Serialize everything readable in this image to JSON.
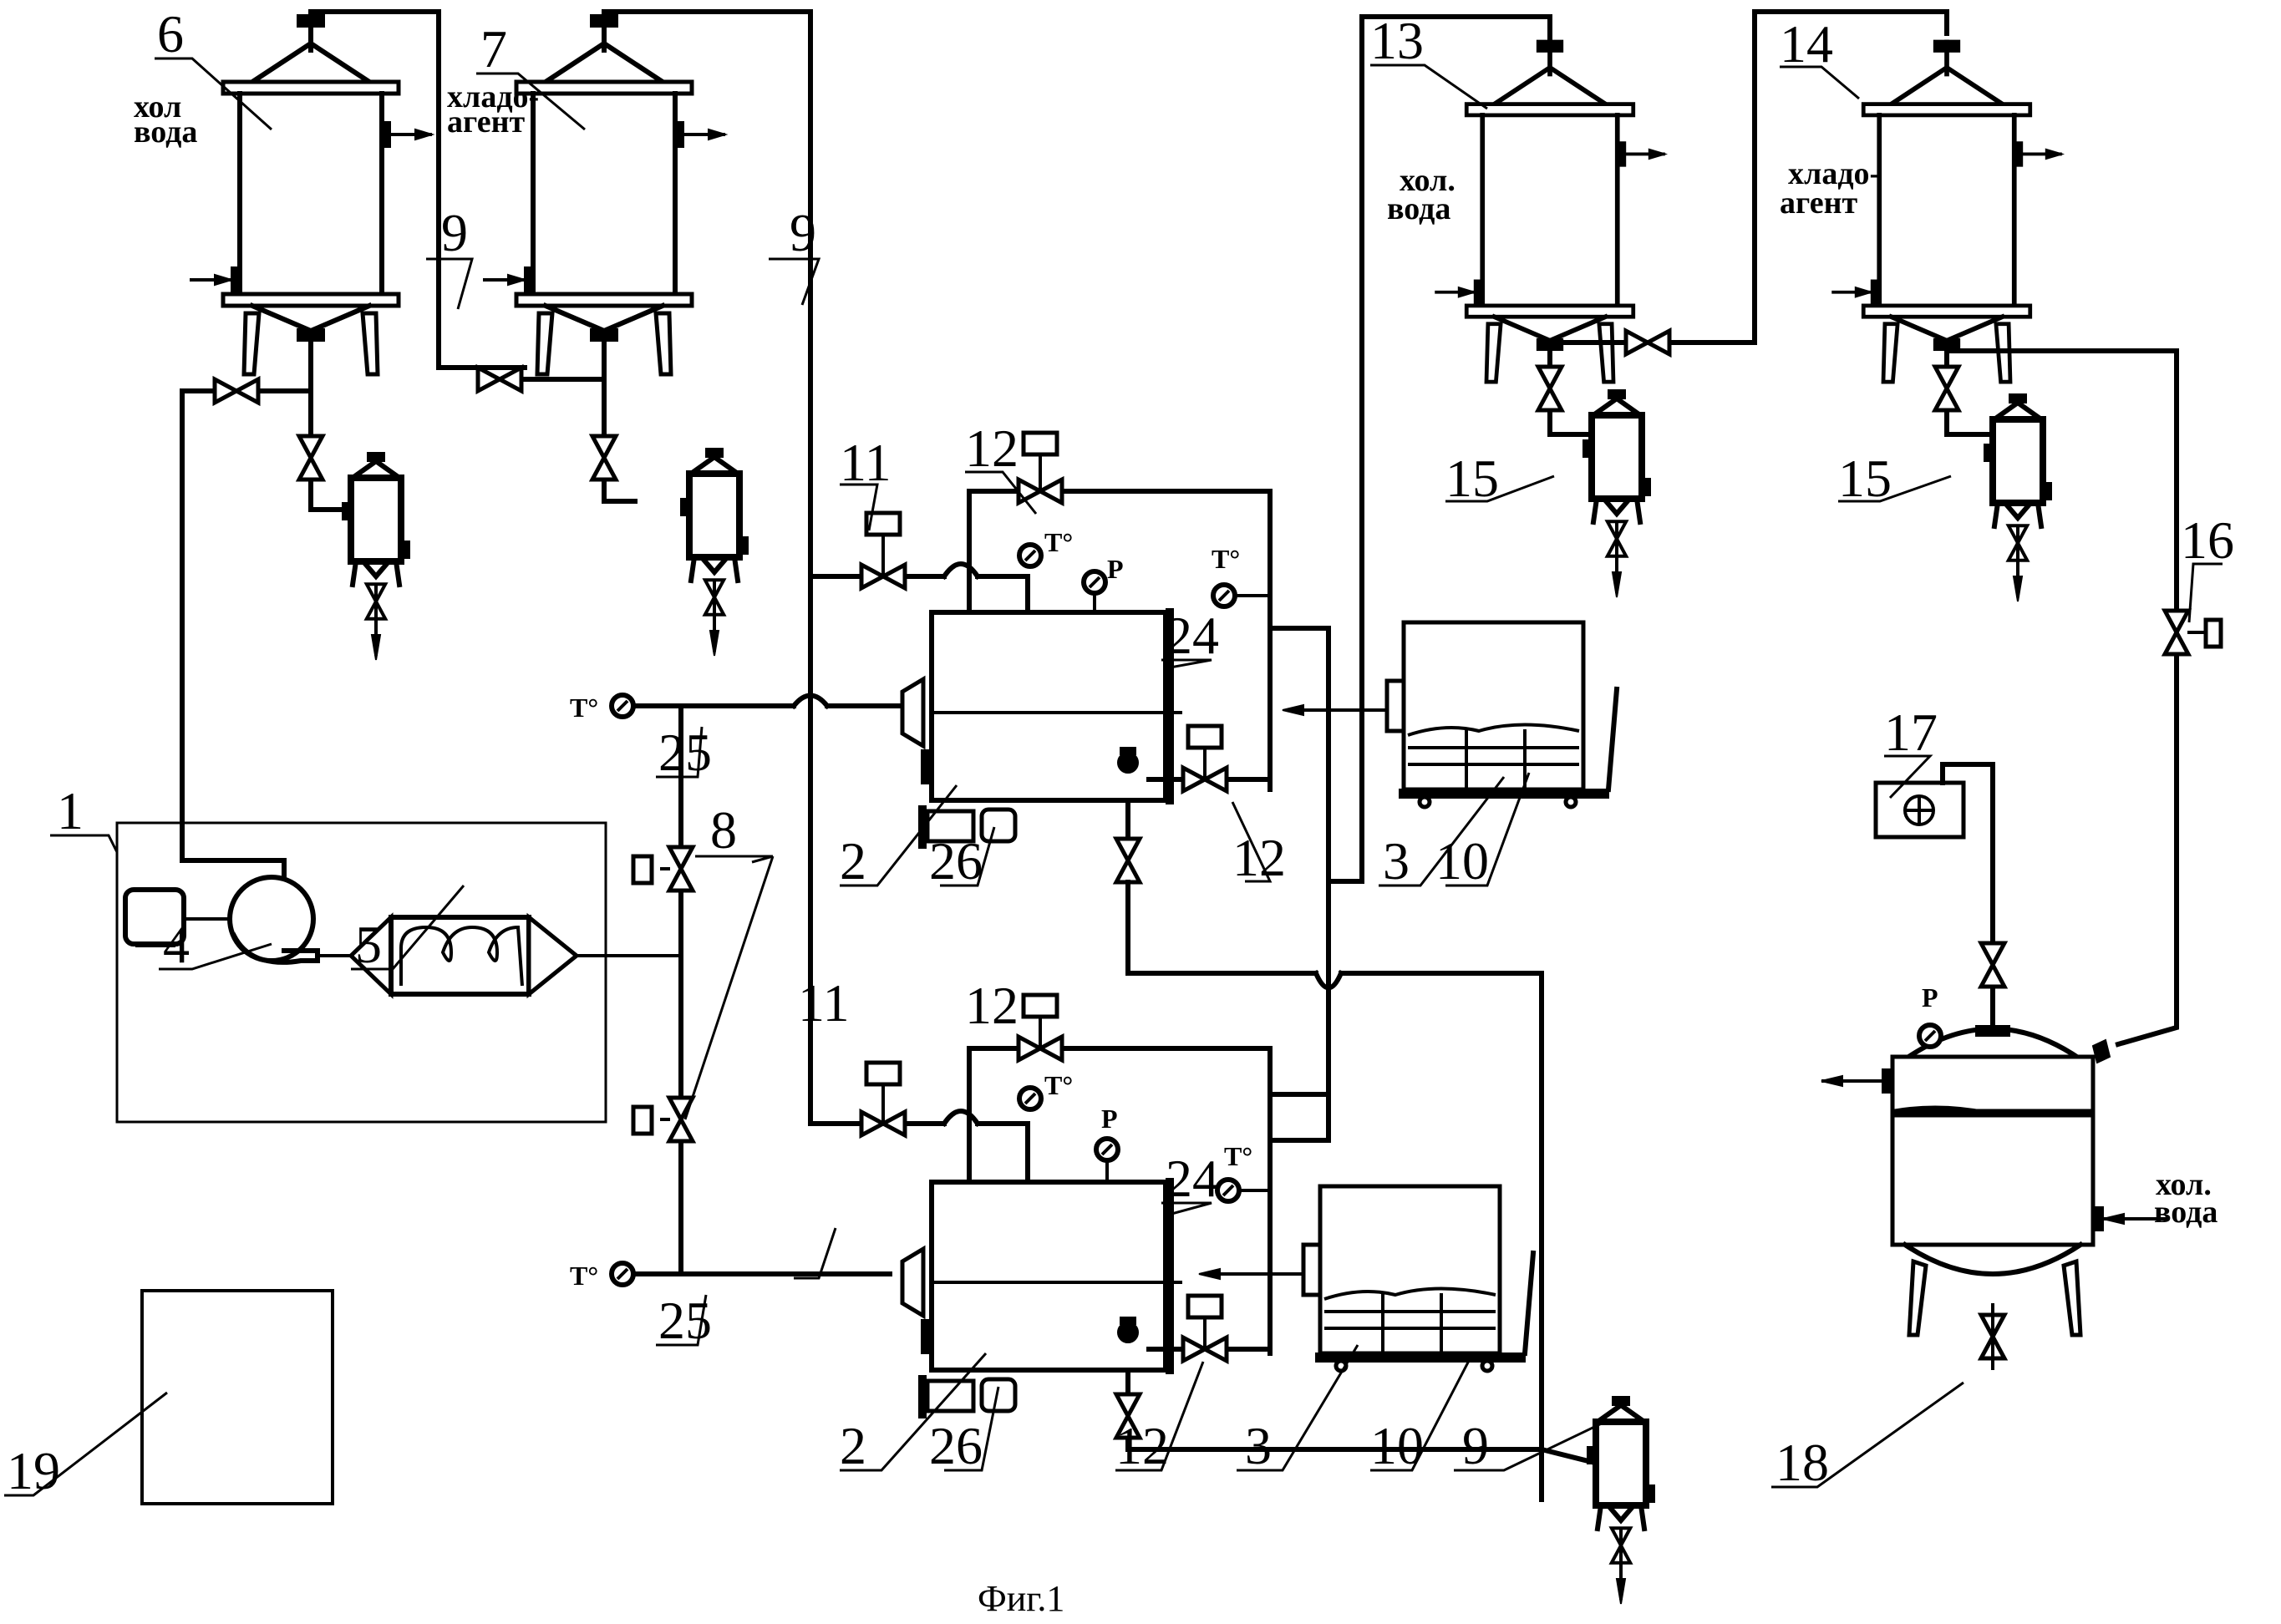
{
  "figure": {
    "caption": "Фиг.1",
    "background": "#ffffff",
    "line_color": "#000000"
  },
  "labels": {
    "unit1": "1",
    "vessel2_top": "2",
    "vessel2_bottom": "2",
    "cart3_top": "3",
    "cart3_bottom": "3",
    "pump4": "4",
    "heater5": "5",
    "condenser6": "6",
    "condenser7": "7",
    "valve8": "8",
    "trap9_a": "9",
    "trap9_b": "9",
    "trap9_c": "9",
    "rack10_top": "10",
    "rack10_bottom": "10",
    "valve11_top": "11",
    "valve11_bottom": "11",
    "valve12_top_a": "12",
    "valve12_top_b": "12",
    "valve12_bot_a": "12",
    "valve12_bot_b": "12",
    "condenser13": "13",
    "condenser14": "14",
    "trap15_a": "15",
    "trap15_b": "15",
    "valve16": "16",
    "vacuum17": "17",
    "receiver18": "18",
    "control19": "19",
    "jacket24_top": "24",
    "jacket24_bottom": "24",
    "pipe25_top": "25",
    "pipe25_bottom": "25",
    "drive26_top": "26",
    "drive26_bottom": "26"
  },
  "annotations": {
    "cold_water_6_line1": "хол",
    "cold_water_6_line2": "вода",
    "coolant_7_line1": "хладо-",
    "coolant_7_line2": "агент",
    "cold_water_13_line1": "хол.",
    "cold_water_13_line2": "вода",
    "coolant_14_line1": "хладо-",
    "coolant_14_line2": "агент",
    "cold_water_18_line1": "хол.",
    "cold_water_18_line2": "вода",
    "temp": "T°",
    "pressure": "P"
  },
  "icons": [
    "valve-icon",
    "control-valve-icon",
    "thermometer-icon",
    "manometer-icon",
    "pump-icon",
    "motor-icon",
    "heat-exchanger-icon",
    "vacuum-pump-icon"
  ]
}
